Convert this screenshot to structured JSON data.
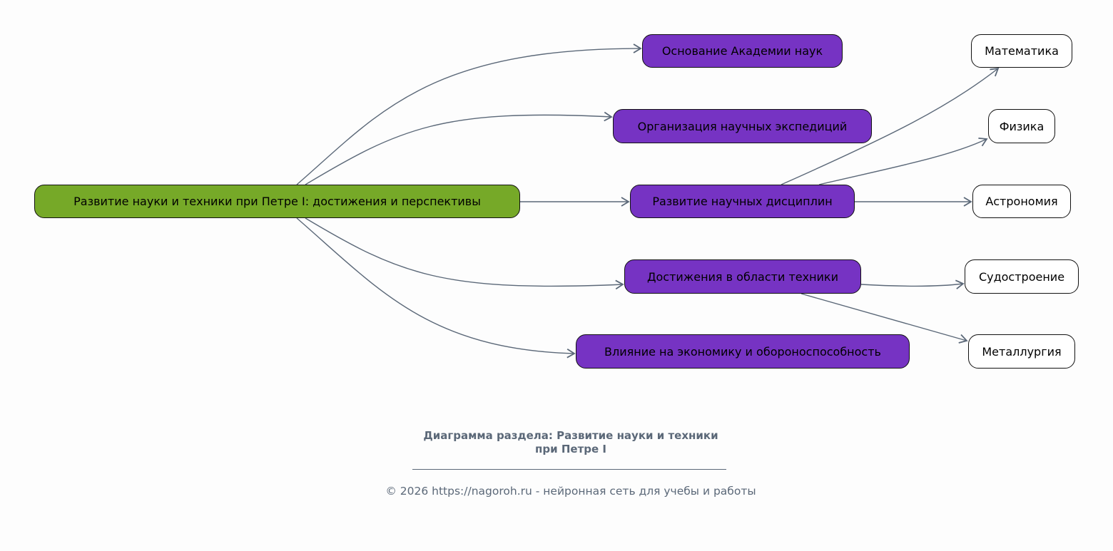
{
  "root": {
    "label": "Развитие науки и техники при Петре I: достижения и перспективы"
  },
  "topics": [
    {
      "label": "Основание Академии наук"
    },
    {
      "label": "Организация научных экспедиций"
    },
    {
      "label": "Развитие научных дисциплин"
    },
    {
      "label": "Достижения в области техники"
    },
    {
      "label": "Влияние на экономику и обороноспособность"
    }
  ],
  "leaves": [
    {
      "label": "Математика"
    },
    {
      "label": "Физика"
    },
    {
      "label": "Астрономия"
    },
    {
      "label": "Судостроение"
    },
    {
      "label": "Металлургия"
    }
  ],
  "caption": {
    "line1": "Диаграмма раздела: Развитие науки и техники",
    "line2": "при Петре I"
  },
  "footer": "© 2026 https://nagoroh.ru - нейронная сеть для учебы и работы",
  "colors": {
    "root": "#76a928",
    "topic": "#7633c3",
    "leaf": "#ffffff",
    "edge": "#5b6878"
  }
}
